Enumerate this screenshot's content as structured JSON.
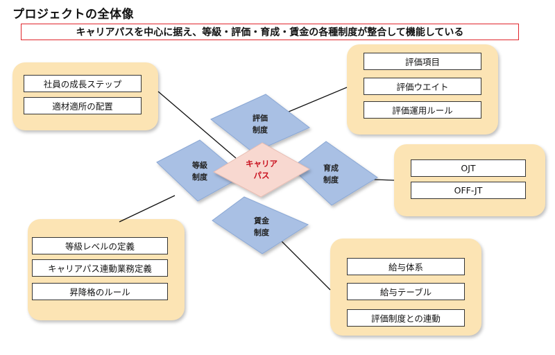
{
  "page": {
    "title": "プロジェクトの全体像",
    "subtitle": "キャリアパスを中心に据え、等級・評価・育成・賃金の各種制度が整合して機能している"
  },
  "colors": {
    "panel": "#fce4b4",
    "diamond": "#a9c0e4",
    "center_diamond": "#f8d8d0",
    "center_text": "#c8101e",
    "subtitle_border": "#e0242b"
  },
  "diamonds": {
    "center": {
      "line1": "キャリア",
      "line2": "パス"
    },
    "hyoka": {
      "line1": "評価",
      "line2": "制度"
    },
    "tokyu": {
      "line1": "等級",
      "line2": "制度"
    },
    "ikusei": {
      "line1": "育成",
      "line2": "制度"
    },
    "chingin": {
      "line1": "賃金",
      "line2": "制度"
    }
  },
  "panels": {
    "career": {
      "items": [
        "社員の成長ステップ",
        "適材適所の配置"
      ]
    },
    "hyoka": {
      "items": [
        "評価項目",
        "評価ウエイト",
        "評価運用ルール"
      ]
    },
    "ikusei": {
      "items": [
        "OJT",
        "OFF-JT"
      ]
    },
    "tokyu": {
      "items": [
        "等級レベルの定義",
        "キャリアパス連動業務定義",
        "昇降格のルール"
      ]
    },
    "chingin": {
      "items": [
        "給与体系",
        "給与テーブル",
        "評価制度との連動"
      ]
    }
  }
}
